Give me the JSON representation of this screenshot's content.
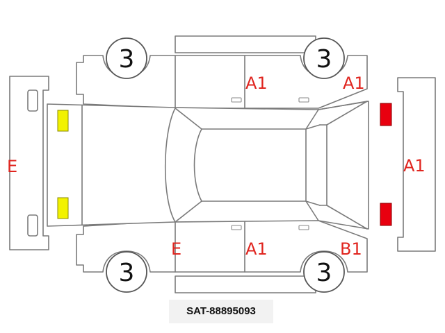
{
  "colors": {
    "outline": "#7a7a7a",
    "damage_mark": "#e0251f",
    "yellow_lamp": "#f2f200",
    "red_lamp": "#e8000f"
  },
  "tires": [
    {
      "position": "front-left",
      "grade": "3"
    },
    {
      "position": "rear-left",
      "grade": "3"
    },
    {
      "position": "front-right",
      "grade": "3"
    },
    {
      "position": "rear-right",
      "grade": "3"
    }
  ],
  "damage_marks": [
    {
      "location": "left-rear-door",
      "code": "A1"
    },
    {
      "location": "left-rear-quarter",
      "code": "A1"
    },
    {
      "location": "front-bumper",
      "code": "E"
    },
    {
      "location": "rear-bumper",
      "code": "A1"
    },
    {
      "location": "right-front-pillar",
      "code": "E"
    },
    {
      "location": "right-rear-door",
      "code": "A1"
    },
    {
      "location": "right-rear-quarter",
      "code": "B1"
    }
  ],
  "stock_number": "SAT-88895093"
}
